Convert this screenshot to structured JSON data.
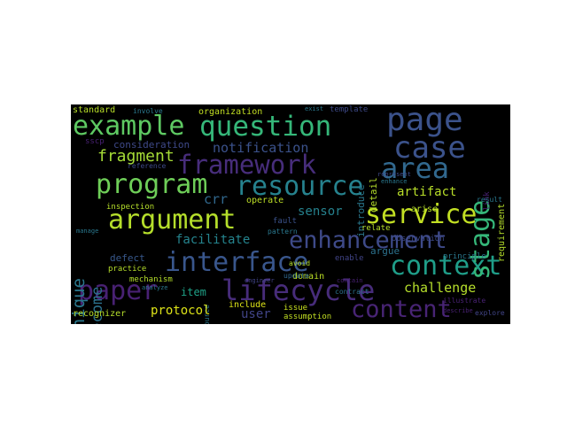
{
  "words": {
    "page": {
      "text": "page",
      "color": "#3b528b"
    },
    "example": {
      "text": "example",
      "color": "#5ec962"
    },
    "question": {
      "text": "question",
      "color": "#35b779"
    },
    "case": {
      "text": "case",
      "color": "#3b528b"
    },
    "stage": {
      "text": "stage",
      "color": "#35b779"
    },
    "framework": {
      "text": "framework",
      "color": "#472d7b"
    },
    "area": {
      "text": "area",
      "color": "#31688e"
    },
    "program": {
      "text": "program",
      "color": "#6ece58"
    },
    "resource": {
      "text": "resource",
      "color": "#26828e"
    },
    "argument": {
      "text": "argument",
      "color": "#b5de2b"
    },
    "service": {
      "text": "service",
      "color": "#c2df23"
    },
    "enhancement": {
      "text": "enhancement",
      "color": "#3e4a89"
    },
    "interface": {
      "text": "interface",
      "color": "#39568c"
    },
    "context": {
      "text": "context",
      "color": "#1f9e89"
    },
    "paper": {
      "text": "paper",
      "color": "#482173"
    },
    "lifecycle": {
      "text": "lifecycle",
      "color": "#472c7a"
    },
    "content": {
      "text": "content",
      "color": "#482475"
    },
    "technique": {
      "text": "technique",
      "color": "#2a788e"
    },
    "fragment": {
      "text": "fragment",
      "color": "#a5db36"
    },
    "notification": {
      "text": "notification",
      "color": "#3b528b"
    },
    "consideration": {
      "text": "consideration",
      "color": "#3e4989"
    },
    "artifact": {
      "text": "artifact",
      "color": "#b8de29"
    },
    "sensor": {
      "text": "sensor",
      "color": "#26828e"
    },
    "crr": {
      "text": "crr",
      "color": "#31688e"
    },
    "become": {
      "text": "become",
      "color": "#2c728e"
    },
    "facilitate": {
      "text": "facilitate",
      "color": "#25848e"
    },
    "challenge": {
      "text": "challenge",
      "color": "#b5de2b"
    },
    "protocol": {
      "text": "protocol",
      "color": "#dde318"
    },
    "user": {
      "text": "user",
      "color": "#414487"
    },
    "item": {
      "text": "item",
      "color": "#1fa187"
    },
    "defect": {
      "text": "defect",
      "color": "#38598c"
    },
    "recognizer": {
      "text": "recognizer",
      "color": "#b5de2b"
    },
    "standard": {
      "text": "standard",
      "color": "#b8de29"
    },
    "involve": {
      "text": "involve",
      "color": "#2a788e"
    },
    "organization": {
      "text": "organization",
      "color": "#c2df23"
    },
    "template": {
      "text": "template",
      "color": "#3e4a89"
    },
    "sscp": {
      "text": "sscp",
      "color": "#482173"
    },
    "inspection": {
      "text": "inspection",
      "color": "#b5de2b"
    },
    "operate": {
      "text": "operate",
      "color": "#bddf26"
    },
    "arise": {
      "text": "arise",
      "color": "#b5de2b"
    },
    "relate": {
      "text": "relate",
      "color": "#b5de2b"
    },
    "observation": {
      "text": "observation",
      "color": "#3e4a89"
    },
    "argue": {
      "text": "argue",
      "color": "#2c728e"
    },
    "fault": {
      "text": "fault",
      "color": "#3b528b"
    },
    "pattern": {
      "text": "pattern",
      "color": "#2a788e"
    },
    "requirement": {
      "text": "requirement",
      "color": "#b5de2b"
    },
    "practice": {
      "text": "practice",
      "color": "#b5de2b"
    },
    "mechanism": {
      "text": "mechanism",
      "color": "#b5de2b"
    },
    "include": {
      "text": "include",
      "color": "#dde318"
    },
    "issue": {
      "text": "issue",
      "color": "#c8e020"
    },
    "domain": {
      "text": "domain",
      "color": "#bddf26"
    },
    "update": {
      "text": "update",
      "color": "#31688e"
    },
    "assumption": {
      "text": "assumption",
      "color": "#c2df23"
    },
    "enable": {
      "text": "enable",
      "color": "#414487"
    },
    "principle": {
      "text": "principle",
      "color": "#2a788e"
    },
    "explore": {
      "text": "explore",
      "color": "#414487"
    },
    "result": {
      "text": "result",
      "color": "#2a788e"
    },
    "link": {
      "text": "link",
      "color": "#482173"
    },
    "contract": {
      "text": "contract",
      "color": "#2c728e"
    },
    "illustrate": {
      "text": "illustrate",
      "color": "#482173"
    },
    "introduce": {
      "text": "introduce",
      "color": "#2a788e"
    },
    "detail": {
      "text": "detail",
      "color": "#b5de2b"
    },
    "reference": {
      "text": "reference",
      "color": "#3e4a89"
    },
    "analyze": {
      "text": "analyze",
      "color": "#2a788e"
    },
    "avoid": {
      "text": "avoid",
      "color": "#b5de2b"
    },
    "exist": {
      "text": "exist",
      "color": "#2a788e"
    },
    "engineer": {
      "text": "engineer",
      "color": "#414487"
    },
    "source": {
      "text": "source",
      "color": "#2a788e"
    },
    "contain": {
      "text": "contain",
      "color": "#482173"
    },
    "represent": {
      "text": "represent",
      "color": "#3e4a89"
    },
    "enhance": {
      "text": "enhance",
      "color": "#2a788e"
    },
    "describe": {
      "text": "describe",
      "color": "#482173"
    },
    "manage": {
      "text": "manage",
      "color": "#2a788e"
    }
  }
}
